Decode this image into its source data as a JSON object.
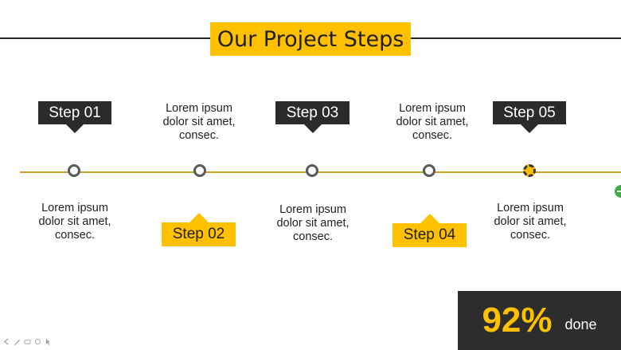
{
  "slide": {
    "title": "Our Project Steps",
    "accent_color": "#ffc000",
    "dark_color": "#2b2b2b"
  },
  "steps": [
    {
      "label": "Step 01",
      "style": "dark",
      "desc": [
        "Lorem ipsum",
        "dolor sit amet,",
        "consec."
      ]
    },
    {
      "label": "Step 02",
      "style": "yellow",
      "desc": [
        "Lorem ipsum",
        "dolor sit amet,",
        "consec."
      ]
    },
    {
      "label": "Step 03",
      "style": "dark",
      "desc": [
        "Lorem ipsum",
        "dolor sit amet,",
        "consec."
      ]
    },
    {
      "label": "Step 04",
      "style": "yellow",
      "desc": [
        "Lorem ipsum",
        "dolor sit amet,",
        "consec."
      ]
    },
    {
      "label": "Step 05",
      "style": "dark",
      "desc": [
        "Lorem ipsum",
        "dolor sit amet,",
        "consec."
      ],
      "current": true
    }
  ],
  "progress": {
    "value": "92%",
    "label": "done"
  },
  "icons": [
    "slide-nav-prev-icon",
    "pen-icon",
    "eraser-icon",
    "highlighter-icon",
    "pointer-icon",
    "zoom-in-icon"
  ]
}
